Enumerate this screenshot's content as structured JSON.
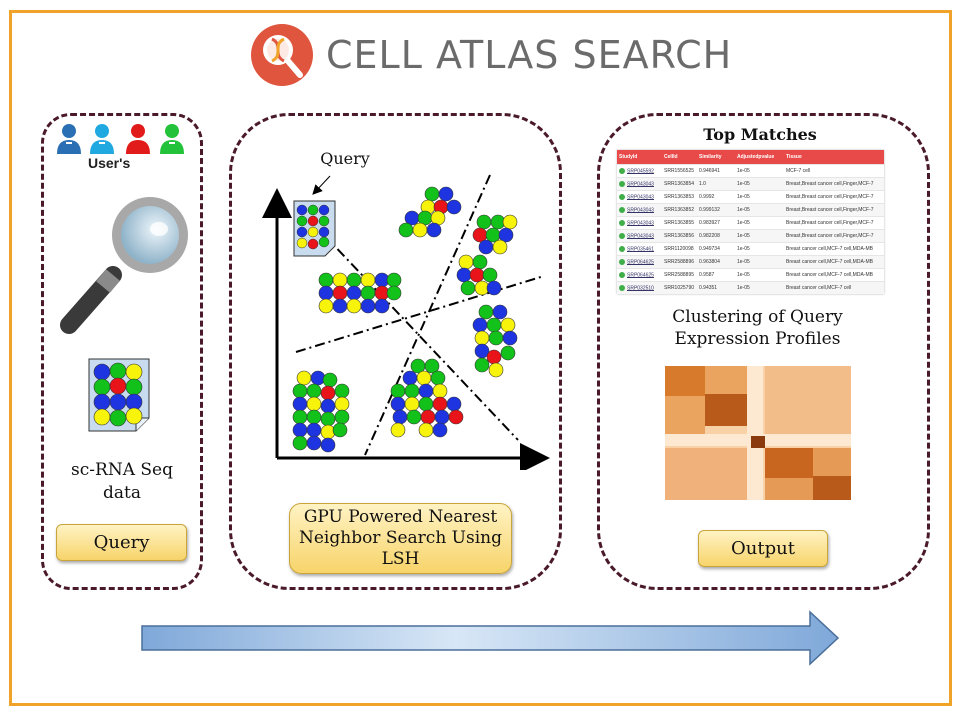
{
  "title": "CELL ATLAS SEARCH",
  "left_panel": {
    "users_label": "User's",
    "data_label_line1": "sc-RNA Seq",
    "data_label_line2": "data",
    "button": "Query"
  },
  "middle_panel": {
    "query_label": "Query",
    "button_line1": "GPU Powered Nearest",
    "button_line2": "Neighbor Search Using",
    "button_line3": "LSH"
  },
  "right_panel": {
    "top_matches_title": "Top Matches",
    "table_headers": [
      "StudyId",
      "CellId",
      "Similarity",
      "Adjustedpvalue",
      "Tissue"
    ],
    "table_rows": [
      [
        "SRP045592",
        "SRR1556525",
        "0.946941",
        "1e-05",
        "MCF-7 cell"
      ],
      [
        "SRP043043",
        "SRR1363854",
        "1.0",
        "1e-05",
        "Breast,Breast cancer cell,Finger,MCF-7"
      ],
      [
        "SRP043043",
        "SRR1363853",
        "0.9992",
        "1e-05",
        "Breast,Breast cancer cell,Finger,MCF-7"
      ],
      [
        "SRP043043",
        "SRR1363852",
        "0.999132",
        "1e-05",
        "Breast,Breast cancer cell,Finger,MCF-7"
      ],
      [
        "SRP043043",
        "SRR1363855",
        "0.983927",
        "1e-05",
        "Breast,Breast cancer cell,Finger,MCF-7"
      ],
      [
        "SRP043043",
        "SRR1363856",
        "0.982208",
        "1e-05",
        "Breast,Breast cancer cell,Finger,MCF-7"
      ],
      [
        "SRP035461",
        "SRR1120098",
        "0.949734",
        "1e-05",
        "Breast cancer cell,MCF-7 cell,MDA-MB"
      ],
      [
        "SRP064625",
        "SRR2588896",
        "0.963804",
        "1e-05",
        "Breast cancer cell,MCF-7 cell,MDA-MB"
      ],
      [
        "SRP064625",
        "SRR2588895",
        "0.9587",
        "1e-05",
        "Breast cancer cell,MCF-7 cell,MDA-MB"
      ],
      [
        "SRP032510",
        "SRR1025790",
        "0.94351",
        "1e-05",
        "Breast cancer cell,MCF-7 cell"
      ]
    ],
    "clustering_line1": "Clustering of Query",
    "clustering_line2": "Expression Profiles",
    "button": "Output"
  },
  "colors": {
    "frame": "#f0a329",
    "panel_border": "#4a1a2c",
    "table_header": "#e84a4a",
    "cell_blue": "#1d34e0",
    "cell_green": "#12c21a",
    "cell_yellow": "#f7f30a",
    "cell_red": "#e8141a",
    "arrow": "#9fc1e6"
  },
  "icons": [
    "dna-search-logo-icon",
    "users-icon",
    "magnifying-glass-icon",
    "query-data-icon",
    "progress-arrow-icon"
  ]
}
